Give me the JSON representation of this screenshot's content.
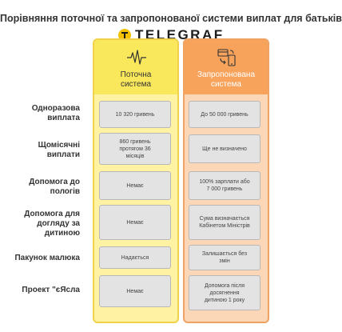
{
  "title": "Порівняння поточної та запропонованої системи виплат для батьків",
  "logo": {
    "text": "TELEGRAF",
    "icon": "telegraf-logo-icon"
  },
  "columns": {
    "current": {
      "label_line1": "Поточна",
      "label_line2": "система",
      "icon": "pulse-icon",
      "color": "#f9e75c"
    },
    "proposed": {
      "label_line1": "Запропонована",
      "label_line2": "система",
      "icon": "transfer-devices-icon",
      "color": "#f7a35c"
    }
  },
  "rows": [
    {
      "label_line1": "Одноразова",
      "label_line2": "виплата",
      "label_line3": "",
      "current_line1": "10 320 гривень",
      "current_line2": "",
      "current_line3": "",
      "proposed_line1": "До 50 000 гривень",
      "proposed_line2": "",
      "proposed_line3": ""
    },
    {
      "label_line1": "Щомісячні",
      "label_line2": "виплати",
      "label_line3": "",
      "current_line1": "860 гривень",
      "current_line2": "протягом 36",
      "current_line3": "місяців",
      "proposed_line1": "Ще не визначено",
      "proposed_line2": "",
      "proposed_line3": ""
    },
    {
      "label_line1": "Допомога до",
      "label_line2": "пологів",
      "label_line3": "",
      "current_line1": "Немає",
      "current_line2": "",
      "current_line3": "",
      "proposed_line1": "100% зарплати або",
      "proposed_line2": "7 000 гривень",
      "proposed_line3": ""
    },
    {
      "label_line1": "Допомога для",
      "label_line2": "догляду за",
      "label_line3": "дитиною",
      "current_line1": "Немає",
      "current_line2": "",
      "current_line3": "",
      "proposed_line1": "Сума визначається",
      "proposed_line2": "Кабінетом Міністрів",
      "proposed_line3": ""
    },
    {
      "label_line1": "Пакунок малюка",
      "label_line2": "",
      "label_line3": "",
      "current_line1": "Надається",
      "current_line2": "",
      "current_line3": "",
      "proposed_line1": "Залишається без",
      "proposed_line2": "змін",
      "proposed_line3": ""
    },
    {
      "label_line1": "Проект \"єЯсла",
      "label_line2": "",
      "label_line3": "",
      "current_line1": "Немає",
      "current_line2": "",
      "current_line3": "",
      "proposed_line1": "Допомога після",
      "proposed_line2": "досягнення",
      "proposed_line3": "дитиною 1 року"
    }
  ]
}
